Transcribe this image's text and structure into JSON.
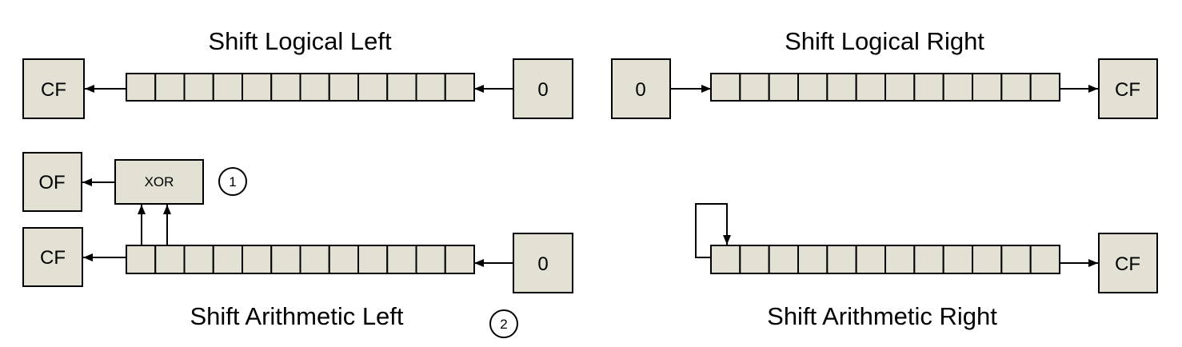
{
  "colors": {
    "box_fill": "#e2e1d3",
    "stroke": "#000000",
    "background": "#ffffff"
  },
  "register_cells": 12,
  "panels": {
    "shl": {
      "title": "Shift Logical Left",
      "left_box": "CF",
      "right_box": "0"
    },
    "shr": {
      "title": "Shift Logical Right",
      "left_box": "0",
      "right_box": "CF"
    },
    "sal": {
      "title": "Shift Arithmetic Left",
      "overflow_box": "OF",
      "xor_box": "XOR",
      "left_box": "CF",
      "right_box": "0",
      "marker_1": "1",
      "marker_2": "2"
    },
    "sar": {
      "title": "Shift Arithmetic Right",
      "right_box": "CF"
    }
  }
}
